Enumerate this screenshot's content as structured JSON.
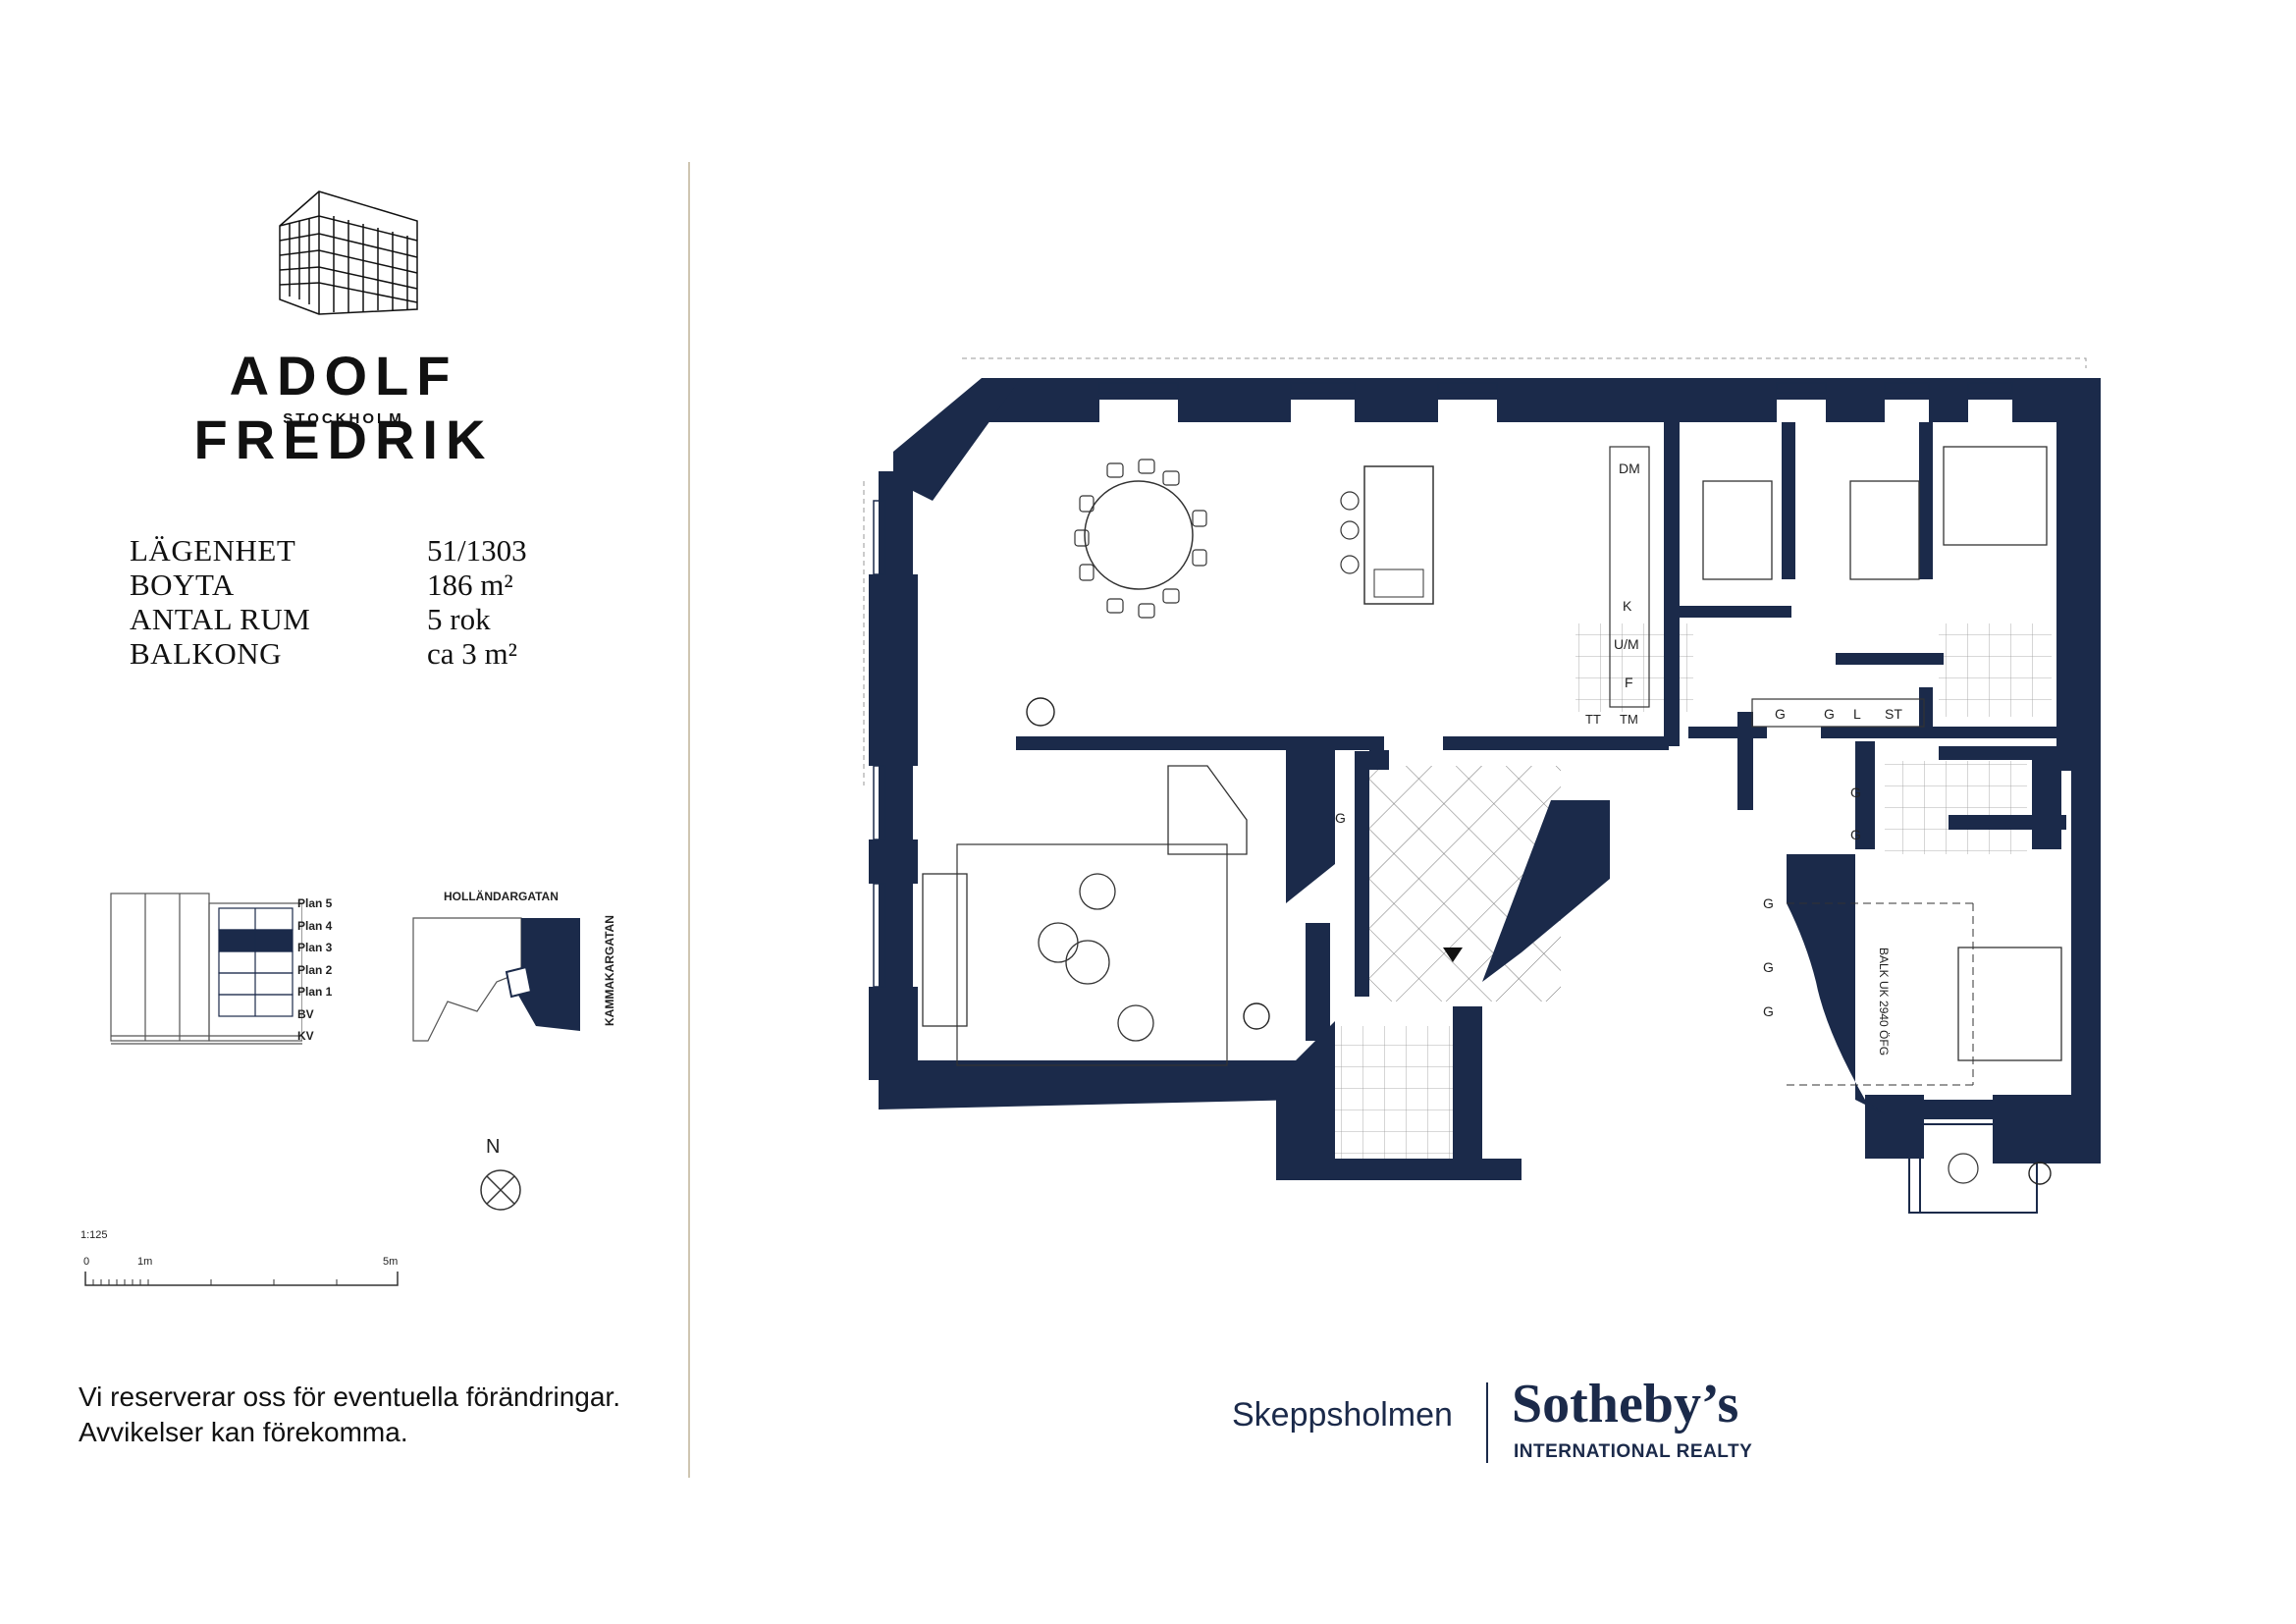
{
  "brand": {
    "name": "ADOLF FREDRIK",
    "city": "STOCKHOLM"
  },
  "specs": {
    "labels": [
      "LÄGENHET",
      "BOYTA",
      "ANTAL RUM",
      "BALKONG"
    ],
    "values": [
      "51/1303",
      "186 m²",
      "5 rok",
      "ca 3 m²"
    ]
  },
  "section_diagram": {
    "floors": [
      "Plan 5",
      "Plan 4",
      "Plan 3",
      "Plan 2",
      "Plan 1",
      "BV",
      "KV"
    ],
    "highlighted_floor": "Plan 3"
  },
  "site_plan": {
    "street_top": "HOLLÄNDARGATAN",
    "street_right": "KAMMAKARGATAN"
  },
  "compass": {
    "label": "N"
  },
  "scale": {
    "ratio": "1:125",
    "ticks": [
      "0",
      "1m",
      "5m"
    ]
  },
  "disclaimer": {
    "line1": "Vi reserverar oss för eventuella förändringar.",
    "line2": "Avvikelser kan förekomma."
  },
  "floorplan": {
    "wall_color": "#1b2a4a",
    "kitchen_labels": [
      "DM",
      "K",
      "U/M",
      "F"
    ],
    "laundry_labels": [
      "TT",
      "TM"
    ],
    "hall_storage_labels": [
      "G",
      "G",
      "L",
      "ST"
    ],
    "closet_labels": [
      "G",
      "G",
      "G",
      "G",
      "G",
      "G"
    ],
    "beam_note": "BALK UK 2940 ÖFG"
  },
  "footer_logos": {
    "left": "Skeppsholmen",
    "right_main": "Sotheby’s",
    "right_sub": "INTERNATIONAL REALTY"
  }
}
